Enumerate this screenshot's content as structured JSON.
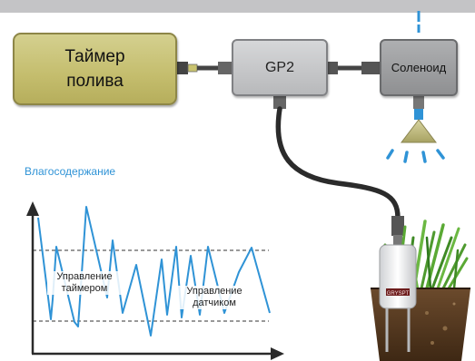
{
  "boxes": {
    "timer": {
      "line1": "Таймер",
      "line2": "полива"
    },
    "controller": "GP2",
    "solenoid": "Соленоид"
  },
  "graph": {
    "title": "Влагосодержание",
    "timer_control": {
      "line1": "Управление",
      "line2": "таймером"
    },
    "sensor_control": {
      "line1": "Управление",
      "line2": "датчиком"
    }
  },
  "sensor_tag": "GRYSPT",
  "colors": {
    "graph_line": "#2f93d6",
    "title_text": "#2f93d6",
    "water": "#2f93d6",
    "timer_box": "#c7c073",
    "controller_box": "#c4c5c7",
    "solenoid_box": "#9b9c9e",
    "cable": "#2b2b2b"
  },
  "icons": [
    "sprinkler-icon",
    "soil-moisture-sensor-icon",
    "grass-pot-icon"
  ]
}
